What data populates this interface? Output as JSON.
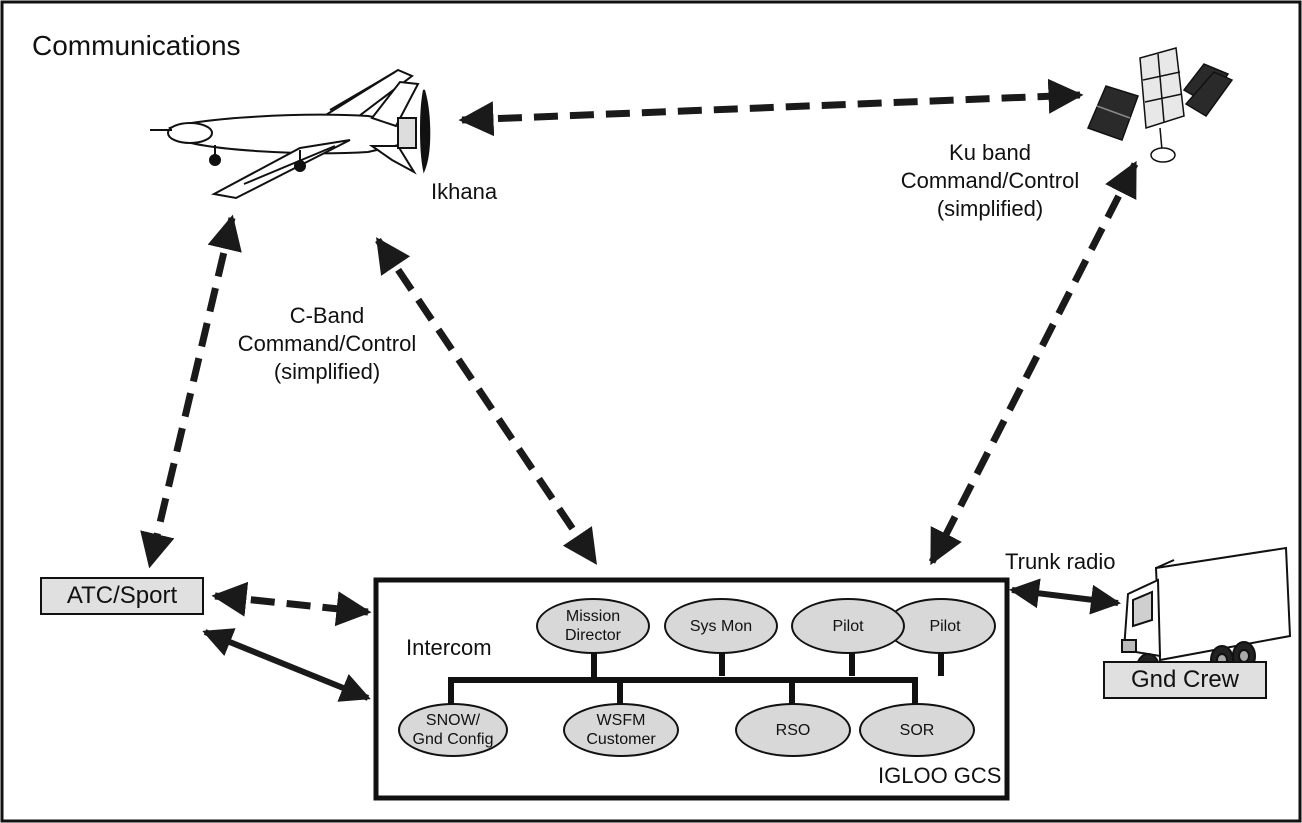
{
  "title": "Communications",
  "aircraft_label": "Ikhana",
  "ku_band_label": [
    "Ku band",
    "Command/Control",
    "(simplified)"
  ],
  "c_band_label": [
    "C-Band",
    "Command/Control",
    "(simplified)"
  ],
  "atc_label": "ATC/Sport",
  "gnd_crew_label": "Gnd Crew",
  "trunk_radio_label": "Trunk radio",
  "intercom_label": "Intercom",
  "gcs_label": "IGLOO GCS",
  "gcs_nodes": {
    "mission_director": [
      "Mission",
      "Director"
    ],
    "sys_mon": [
      "Sys Mon"
    ],
    "pilot_1": [
      "Pilot"
    ],
    "pilot_2": [
      "Pilot"
    ],
    "snow": [
      "SNOW/",
      "Gnd Config"
    ],
    "wsfm": [
      "WSFM",
      "Customer"
    ],
    "rso": [
      "RSO"
    ],
    "sor": [
      "SOR"
    ]
  },
  "icons": [
    "uav-aircraft-icon",
    "satellite-icon",
    "truck-icon"
  ]
}
